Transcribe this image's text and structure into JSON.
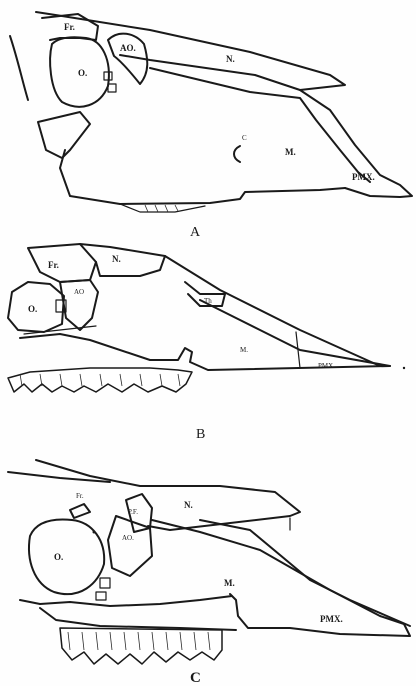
{
  "figures": [
    {
      "caption": "A",
      "labels": {
        "fr": "Fr.",
        "ao": "AO.",
        "o": "O.",
        "n": "N.",
        "c": "C",
        "m": "M.",
        "pmx": "PMX."
      }
    },
    {
      "caption": "B",
      "labels": {
        "fr": "Fr.",
        "n": "N.",
        "ao": "AO",
        "o": "O.",
        "th": "Th",
        "m": "M.",
        "pmx": "PMX"
      }
    },
    {
      "caption": "C",
      "labels": {
        "fr": "Fr.",
        "n": "N.",
        "pf": "P.F.",
        "ao": "AO.",
        "o": "O.",
        "m": "M.",
        "pmx": "PMX."
      }
    }
  ]
}
